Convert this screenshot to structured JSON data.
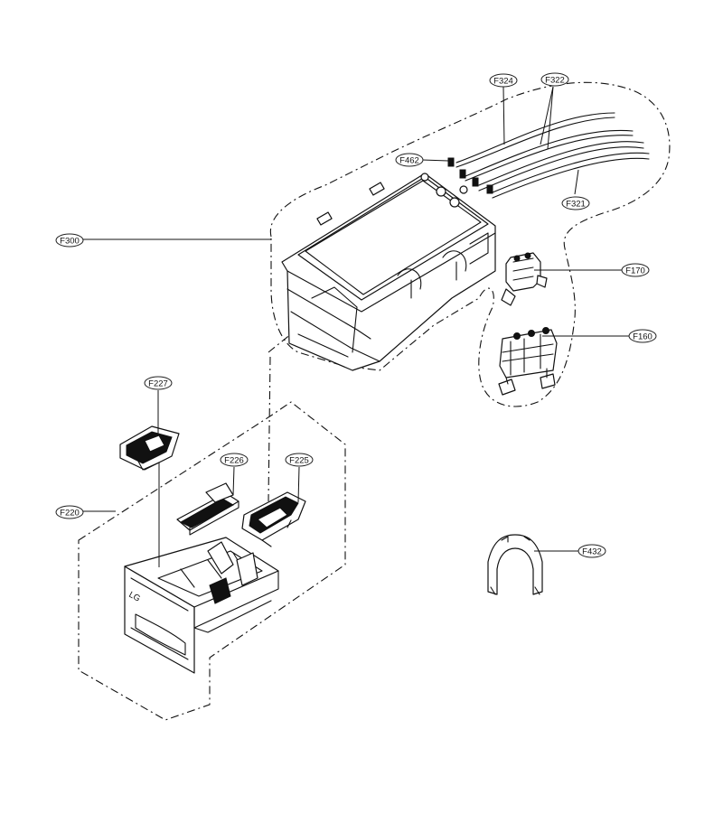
{
  "diagram": {
    "callouts": {
      "f324": "F324",
      "f322": "F322",
      "f462": "F462",
      "f321": "F321",
      "f300": "F300",
      "f170": "F170",
      "f160": "F160",
      "f227": "F227",
      "f226": "F226",
      "f225": "F225",
      "f220": "F220",
      "f432": "F432"
    }
  }
}
